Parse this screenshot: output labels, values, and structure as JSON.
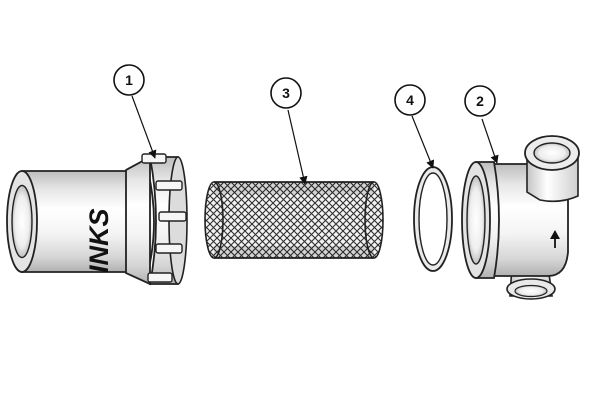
{
  "callouts": [
    {
      "id": "1",
      "label": "1"
    },
    {
      "id": "3",
      "label": "3"
    },
    {
      "id": "4",
      "label": "4"
    },
    {
      "id": "2",
      "label": "2"
    }
  ],
  "brand": {
    "text": "INKS"
  },
  "colors": {
    "outline": "#222222",
    "body_fill": "#e9e9e9",
    "highlight": "#ffffff",
    "shadow": "#bdbdbd",
    "mesh": "#3a3a3a"
  }
}
